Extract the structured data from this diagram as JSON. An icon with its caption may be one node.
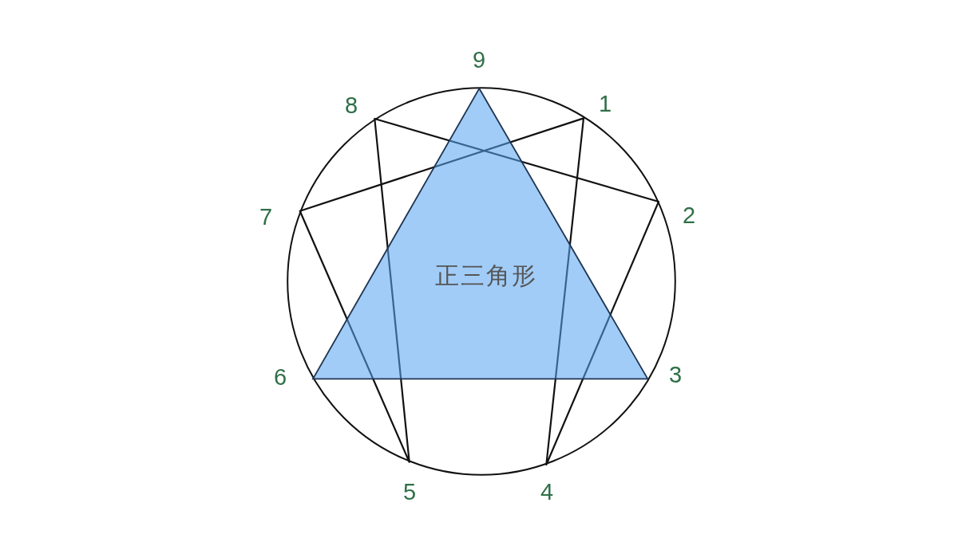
{
  "diagram": {
    "nodes": [
      {
        "text": [],
        "shape": "circle"
      },
      {
        "text": [
          "正三角形"
        ],
        "in": 0
      }
    ],
    "labels": [
      "9",
      "8",
      "1",
      "7",
      "2",
      "6",
      "3",
      "5",
      "4"
    ]
  }
}
